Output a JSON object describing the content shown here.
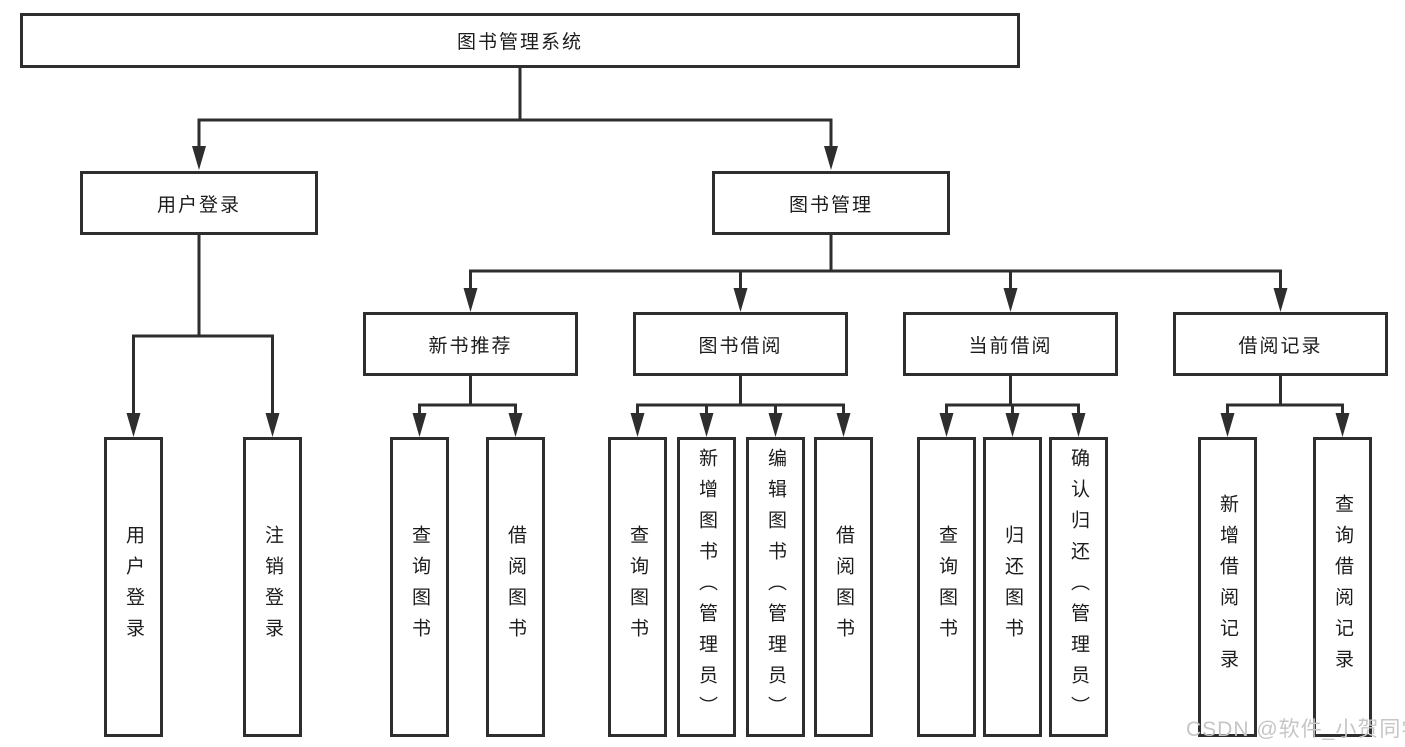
{
  "diagram": {
    "root": {
      "label": "图书管理系统"
    },
    "level2": [
      {
        "id": "user-login",
        "label": "用户登录"
      },
      {
        "id": "book-management",
        "label": "图书管理"
      }
    ],
    "level3": [
      {
        "id": "new-book-recommend",
        "label": "新书推荐"
      },
      {
        "id": "book-borrow",
        "label": "图书借阅"
      },
      {
        "id": "current-borrow",
        "label": "当前借阅"
      },
      {
        "id": "borrow-records",
        "label": "借阅记录"
      }
    ],
    "leaves": [
      {
        "parent": "user-login",
        "label": "用户登录"
      },
      {
        "parent": "user-login",
        "label": "注销登录"
      },
      {
        "parent": "new-book-recommend",
        "label": "查询图书"
      },
      {
        "parent": "new-book-recommend",
        "label": "借阅图书"
      },
      {
        "parent": "book-borrow",
        "label": "查询图书"
      },
      {
        "parent": "book-borrow",
        "label": "新增图书（管理员）"
      },
      {
        "parent": "book-borrow",
        "label": "编辑图书（管理员）"
      },
      {
        "parent": "book-borrow",
        "label": "借阅图书"
      },
      {
        "parent": "current-borrow",
        "label": "查询图书"
      },
      {
        "parent": "current-borrow",
        "label": "归还图书"
      },
      {
        "parent": "current-borrow",
        "label": "确认归还（管理员）"
      },
      {
        "parent": "borrow-records",
        "label": "新增借阅记录"
      },
      {
        "parent": "borrow-records",
        "label": "查询借阅记录"
      }
    ],
    "watermark": "CSDN @软件_小贺同学",
    "colors": {
      "line": "#2e2e2e",
      "text": "#1c1c1c",
      "background": "#ffffff",
      "watermark": "#c6c6c6"
    }
  }
}
